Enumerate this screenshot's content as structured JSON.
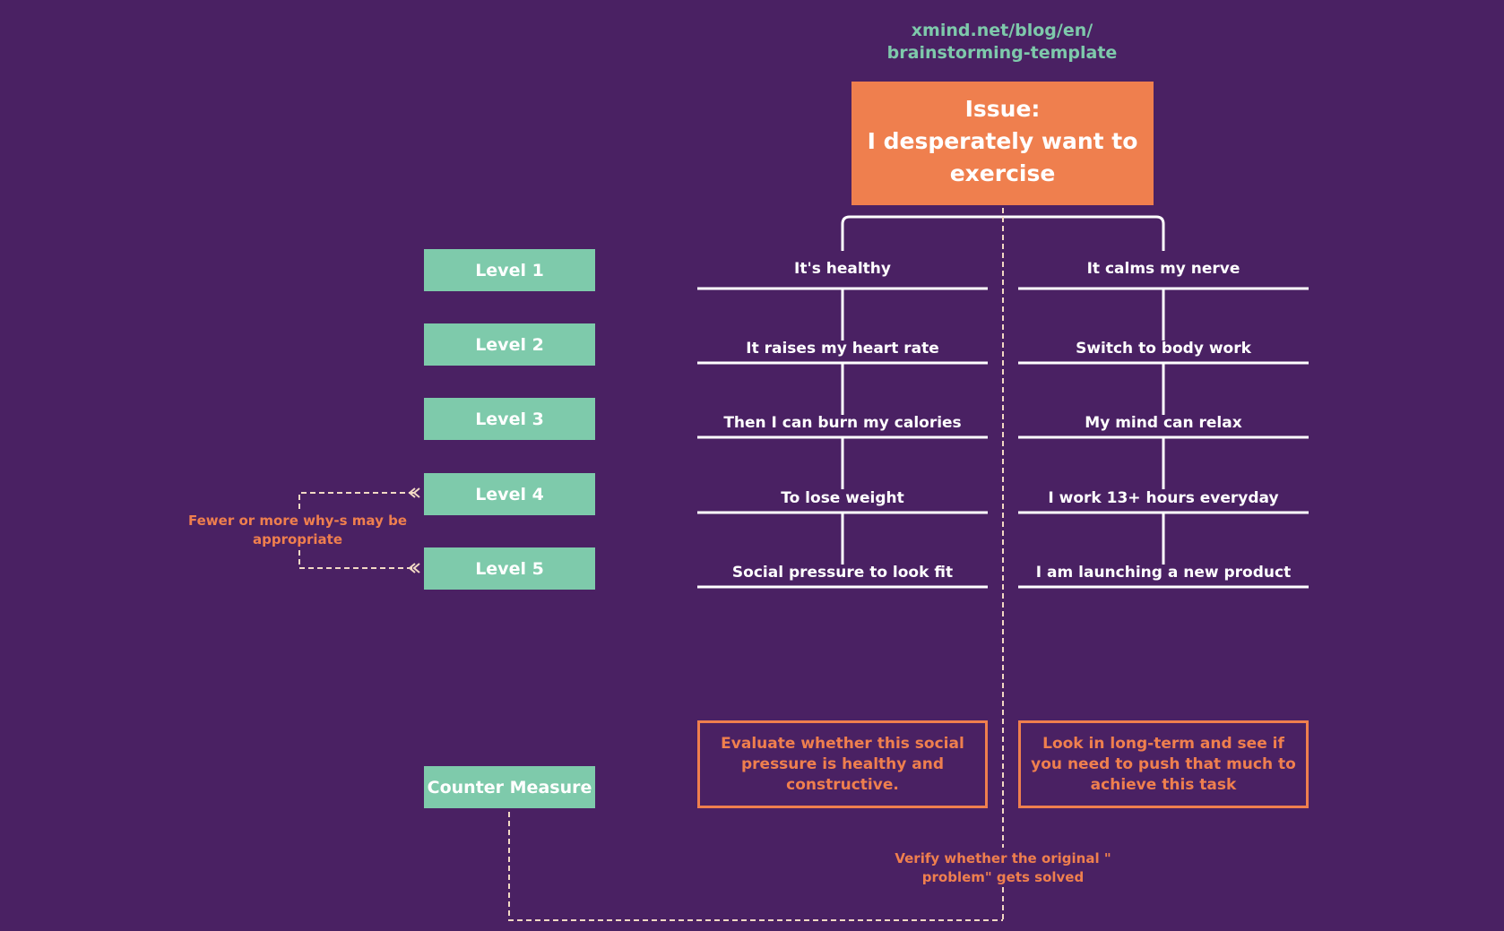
{
  "source": {
    "line1": "xmind.net/blog/en/",
    "line2": "brainstorming-template"
  },
  "issue": {
    "line1": "Issue:",
    "line2": "I desperately want to",
    "line3": "exercise"
  },
  "levels": [
    {
      "label": "Level 1"
    },
    {
      "label": "Level 2"
    },
    {
      "label": "Level 3"
    },
    {
      "label": "Level 4"
    },
    {
      "label": "Level 5"
    }
  ],
  "counter_measure_label": "Counter Measure",
  "branches": [
    {
      "whys": [
        "It's healthy",
        "It raises my heart rate",
        "Then I can burn my calories",
        "To lose weight",
        "Social pressure to look fit"
      ],
      "counter_measure": "Evaluate whether this social pressure is healthy and constructive."
    },
    {
      "whys": [
        "It calms my nerve",
        "Switch to body work",
        "My mind can relax",
        "I work 13+ hours everyday",
        "I am launching a new product"
      ],
      "counter_measure": "Look in long-term and see if you need to push that much to achieve this task"
    }
  ],
  "notes": {
    "levels_line1": "Fewer or more why-s may be",
    "levels_line2": "appropriate",
    "verify_line1": "Verify whether the original \"",
    "verify_line2": "problem\" gets solved"
  },
  "colors": {
    "background": "#4a2163",
    "issue": "#ef7f4e",
    "level": "#7ecaab",
    "accent": "#ef7f4e",
    "link": "#7ec9ab"
  }
}
